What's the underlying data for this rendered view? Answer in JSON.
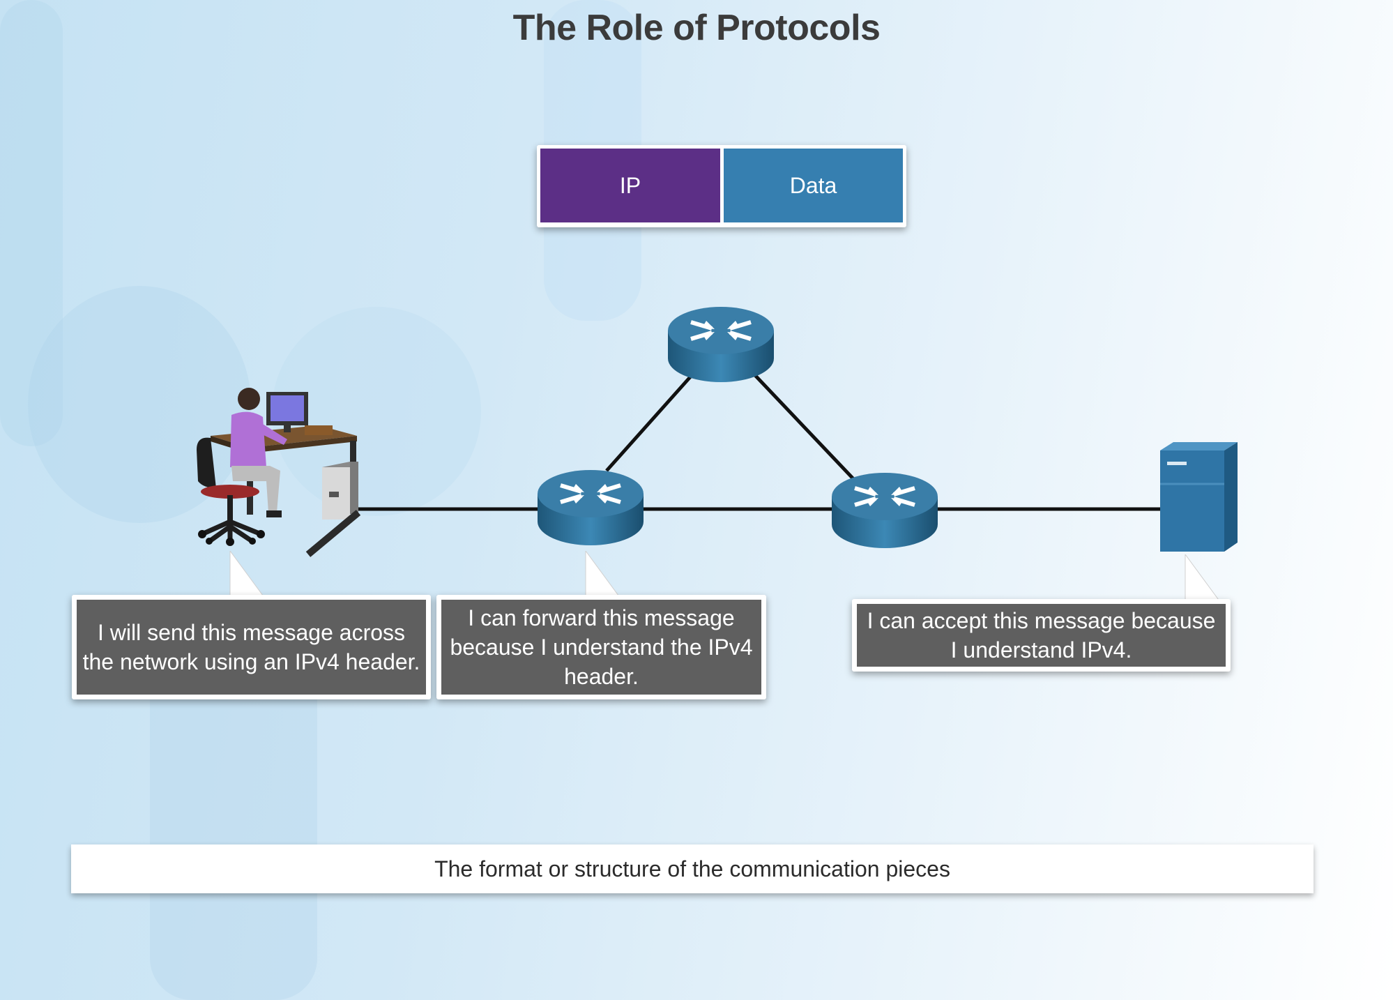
{
  "title": "The Role of Protocols",
  "packet": {
    "ip_label": "IP",
    "data_label": "Data"
  },
  "callouts": {
    "sender": "I will send this message across the network using an IPv4 header.",
    "router": "I can forward this message because I understand the IPv4 header.",
    "server": "I can accept this message because I understand IPv4."
  },
  "caption": "The format or structure of the communication pieces",
  "colors": {
    "ip_header": "#5c2f86",
    "data": "#367fb0",
    "callout_bg": "#5f5f5f",
    "router": "#2d6e95",
    "server": "#2f75a6"
  },
  "icons": [
    "user-workstation-icon",
    "router-icon",
    "server-icon"
  ]
}
